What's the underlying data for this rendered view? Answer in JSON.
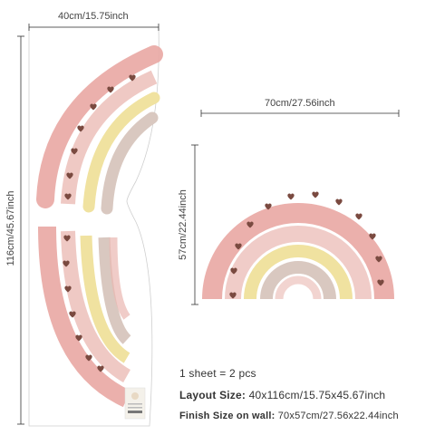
{
  "dimensions": {
    "sheet_width": "40cm/15.75inch",
    "sheet_height": "116cm/45.67inch",
    "finish_width": "70cm/27.56inch",
    "finish_height": "57cm/22.44inch"
  },
  "info": {
    "sheet_count": "1 sheet = 2 pcs",
    "layout_label": "Layout Size:",
    "layout_value": "40x116cm/15.75x45.67inch",
    "finish_label": "Finish Size on wall:",
    "finish_value": "70x57cm/27.56x22.44inch"
  },
  "colors": {
    "pink": "#e9a7a3",
    "beige": "#d9c8c0",
    "yellow": "#f0e2a0",
    "heart": "#7a4a40"
  }
}
